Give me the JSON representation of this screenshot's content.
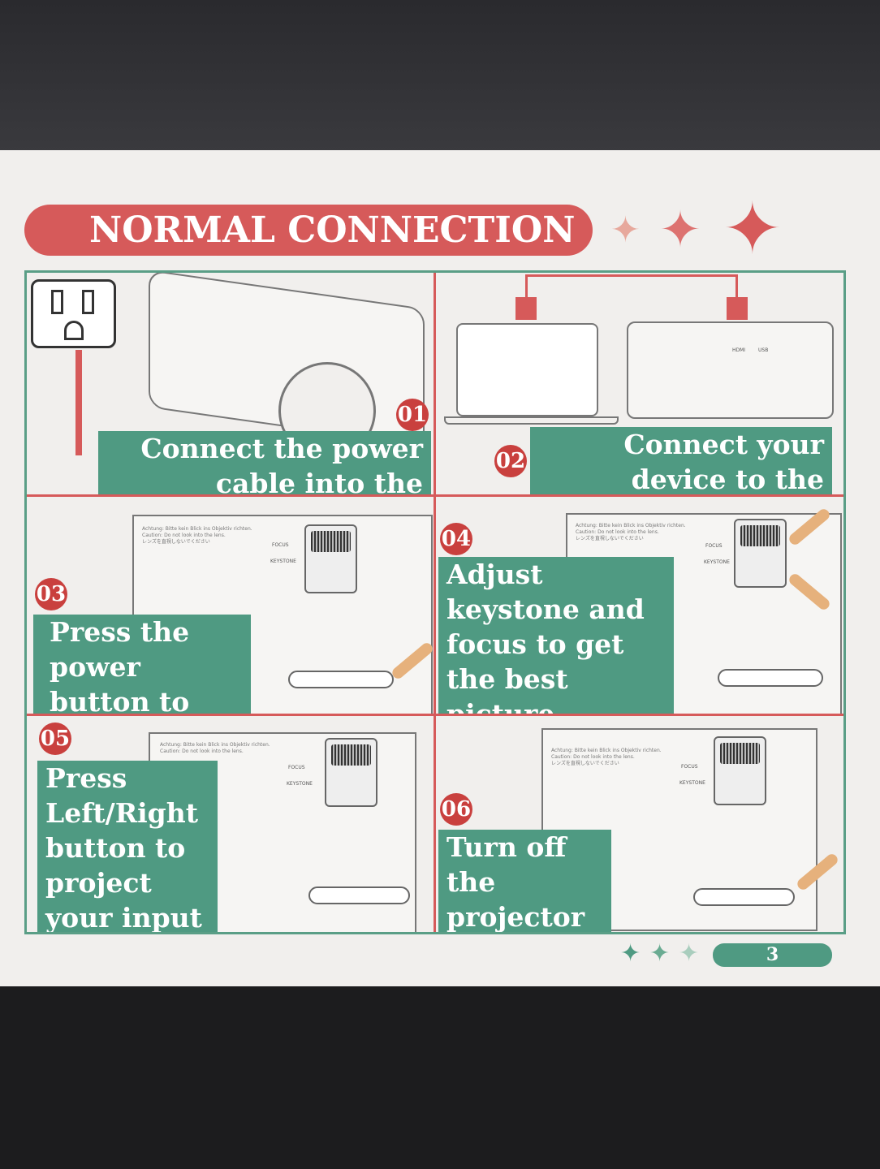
{
  "title": "NORMAL CONNECTION",
  "steps": [
    {
      "num": "01",
      "text": "Connect the power cable into the projector"
    },
    {
      "num": "02",
      "text": "Connect your device to the projector"
    },
    {
      "num": "03",
      "text": "Press the power button to turn on"
    },
    {
      "num": "04",
      "text": "Adjust keystone and focus to get the best picture quality"
    },
    {
      "num": "05",
      "text": "Press Left/Right button to project your input device"
    },
    {
      "num": "06",
      "text": "Turn off the projector after use"
    }
  ],
  "projector": {
    "warning_de": "Achtung: Bitte kein Blick ins Objektiv richten.",
    "warning_en": "Caution: Do not look into the lens.",
    "warning_ja": "レンズを直視しないでください",
    "focus": "FOCUS",
    "keystone": "KEYSTONE",
    "hdmi": "HDMI",
    "usb": "USB"
  },
  "page_number": "3",
  "colors": {
    "red": "#d65a5a",
    "teal": "#4f9a82"
  }
}
